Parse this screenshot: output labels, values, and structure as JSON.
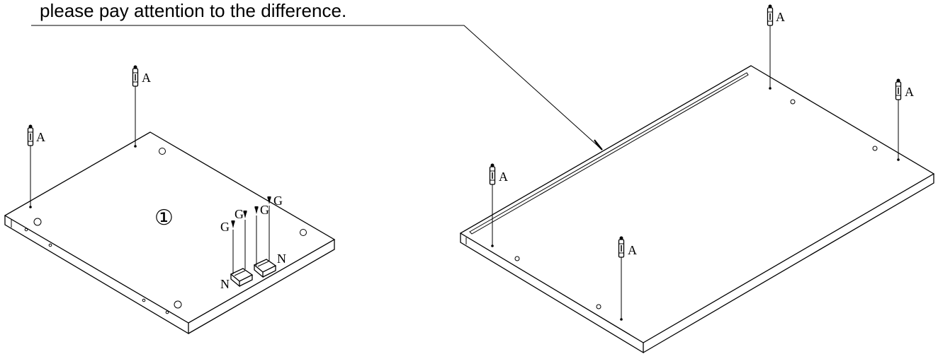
{
  "caption": "please pay attention to the difference.",
  "step_number": "①",
  "left_panel": {
    "dowel_label": "A",
    "screw_label": "G",
    "clip_label": "N"
  },
  "right_panel": {
    "dowel_label": "A"
  }
}
